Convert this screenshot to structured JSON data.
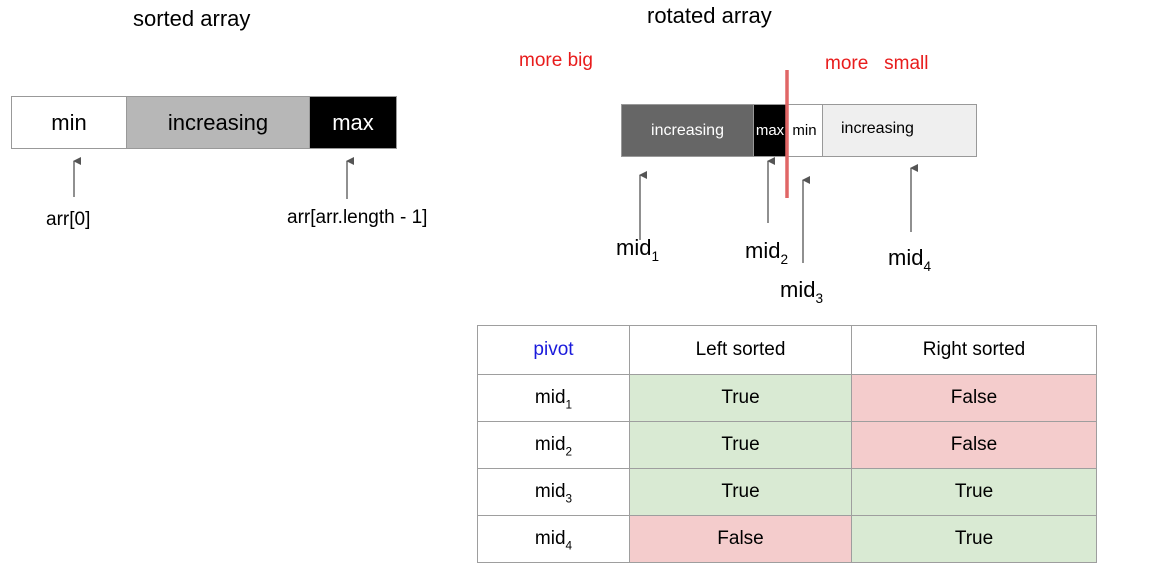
{
  "sorted": {
    "title": "sorted array",
    "segments": [
      {
        "label": "min",
        "color": "#ffffff",
        "text_color": "#000000"
      },
      {
        "label": "increasing",
        "color": "#b7b7b7",
        "text_color": "#000000"
      },
      {
        "label": "max",
        "color": "#000000",
        "text_color": "#ffffff"
      }
    ],
    "arrows": [
      {
        "label": "arr[0]"
      },
      {
        "label": "arr[arr.length - 1]"
      }
    ]
  },
  "rotated": {
    "title": "rotated array",
    "left_note": "more big",
    "right_note": "more   small",
    "note_color": "#e81c1c",
    "divider_color": "#e06666",
    "segments": [
      {
        "label": "increasing",
        "color": "#666666",
        "text_color": "#ffffff"
      },
      {
        "label": "max",
        "color": "#000000",
        "text_color": "#ffffff"
      },
      {
        "label": "min",
        "color": "#ffffff",
        "text_color": "#000000"
      },
      {
        "label": "increasing",
        "color": "#efefef",
        "text_color": "#000000"
      }
    ],
    "mids": [
      {
        "base": "mid",
        "sub": "1"
      },
      {
        "base": "mid",
        "sub": "2"
      },
      {
        "base": "mid",
        "sub": "3"
      },
      {
        "base": "mid",
        "sub": "4"
      }
    ]
  },
  "table": {
    "headers": [
      "pivot",
      "Left sorted",
      "Right sorted"
    ],
    "header_pivot_color": "#1a1adb",
    "true_color": "#d9ead3",
    "false_color": "#f4cccc",
    "rows": [
      {
        "pivot_base": "mid",
        "pivot_sub": "1",
        "left": "True",
        "right": "False"
      },
      {
        "pivot_base": "mid",
        "pivot_sub": "2",
        "left": "True",
        "right": "False"
      },
      {
        "pivot_base": "mid",
        "pivot_sub": "3",
        "left": "True",
        "right": "True"
      },
      {
        "pivot_base": "mid",
        "pivot_sub": "4",
        "left": "False",
        "right": "True"
      }
    ]
  }
}
